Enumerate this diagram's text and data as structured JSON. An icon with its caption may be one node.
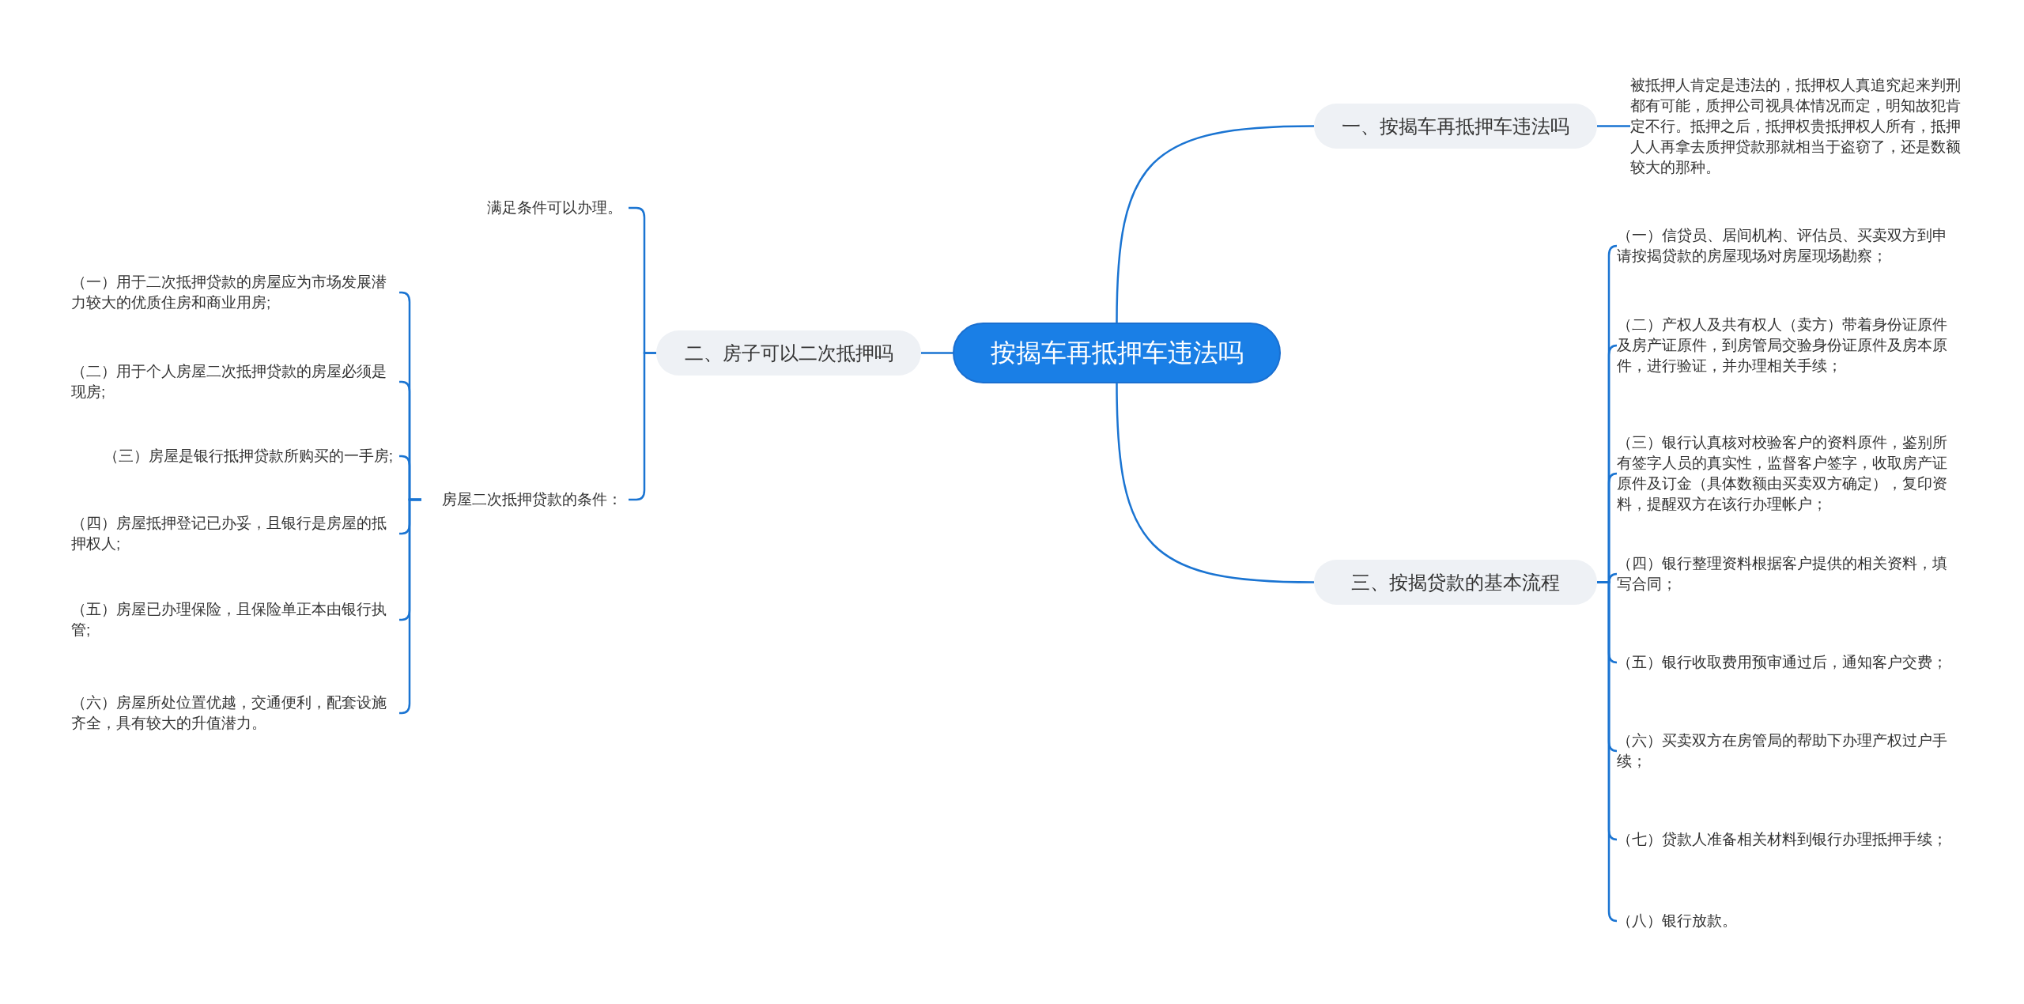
{
  "diagram": {
    "nodes": [
      {
        "text": [
          "按揭车再抵押车违法吗"
        ]
      },
      {
        "text": [
          "一、按揭车再抵押车违法吗"
        ]
      },
      {
        "text": [
          "被抵押人肯定是违法的，抵押权人真追究起来判刑都有可能，质押公司视具体情况而定，明知故犯肯定不行。抵押之后，抵押权贵抵押权人所有，抵押人人再拿去质押贷款那就相当于盗窃了，还是数额较大的那种。"
        ]
      },
      {
        "text": [
          "二、房子可以二次抵押吗"
        ]
      },
      {
        "text": [
          "满足条件可以办理。"
        ]
      },
      {
        "text": [
          "房屋二次抵押贷款的条件："
        ]
      },
      {
        "text": [
          "（一）用于二次抵押贷款的房屋应为市场发展潜力较大的优质住房和商业用房;"
        ]
      },
      {
        "text": [
          "（二）用于个人房屋二次抵押贷款的房屋必须是现房;"
        ]
      },
      {
        "text": [
          "（三）房屋是银行抵押贷款所购买的一手房;"
        ]
      },
      {
        "text": [
          "（四）房屋抵押登记已办妥，且银行是房屋的抵押权人;"
        ]
      },
      {
        "text": [
          "（五）房屋已办理保险，且保险单正本由银行执管;"
        ]
      },
      {
        "text": [
          "（六）房屋所处位置优越，交通便利，配套设施齐全，具有较大的升值潜力。"
        ]
      },
      {
        "text": [
          "三、按揭贷款的基本流程"
        ]
      },
      {
        "text": [
          "（一）信贷员、居间机构、评估员、买卖双方到申请按揭贷款的房屋现场对房屋现场勘察；"
        ]
      },
      {
        "text": [
          "（二）产权人及共有权人（卖方）带着身份证原件及房产证原件，到房管局交验身份证原件及房本原件，进行验证，并办理相关手续；"
        ]
      },
      {
        "text": [
          "（三）银行认真核对校验客户的资料原件，鉴别所有签字人员的真实性，监督客户签字，收取房产证原件及订金（具体数额由买卖双方确定），复印资料，提醒双方在该行办理帐户；"
        ]
      },
      {
        "text": [
          "（四）银行整理资料根据客户提供的相关资料，填写合同；"
        ]
      },
      {
        "text": [
          "（五）银行收取费用预审通过后，通知客户交费；"
        ]
      },
      {
        "text": [
          "（六）买卖双方在房管局的帮助下办理产权过户手续；"
        ]
      },
      {
        "text": [
          "（七）贷款人准备相关材料到银行办理抵押手续；"
        ]
      },
      {
        "text": [
          "（八）银行放款。"
        ]
      }
    ],
    "edges": [
      {
        "from": 0,
        "to": 1,
        "arrow": "none"
      },
      {
        "from": 1,
        "to": 2,
        "arrow": "none"
      },
      {
        "from": 0,
        "to": 3,
        "arrow": "none"
      },
      {
        "from": 3,
        "to": 4,
        "arrow": "none"
      },
      {
        "from": 3,
        "to": 5,
        "arrow": "none"
      },
      {
        "from": 5,
        "to": 6,
        "arrow": "none"
      },
      {
        "from": 5,
        "to": 7,
        "arrow": "none"
      },
      {
        "from": 5,
        "to": 8,
        "arrow": "none"
      },
      {
        "from": 5,
        "to": 9,
        "arrow": "none"
      },
      {
        "from": 5,
        "to": 10,
        "arrow": "none"
      },
      {
        "from": 5,
        "to": 11,
        "arrow": "none"
      },
      {
        "from": 0,
        "to": 12,
        "arrow": "none"
      },
      {
        "from": 12,
        "to": 13,
        "arrow": "none"
      },
      {
        "from": 12,
        "to": 14,
        "arrow": "none"
      },
      {
        "from": 12,
        "to": 15,
        "arrow": "none"
      },
      {
        "from": 12,
        "to": 16,
        "arrow": "none"
      },
      {
        "from": 12,
        "to": 17,
        "arrow": "none"
      },
      {
        "from": 12,
        "to": 18,
        "arrow": "none"
      },
      {
        "from": 12,
        "to": 19,
        "arrow": "none"
      },
      {
        "from": 12,
        "to": 20,
        "arrow": "none"
      }
    ]
  }
}
